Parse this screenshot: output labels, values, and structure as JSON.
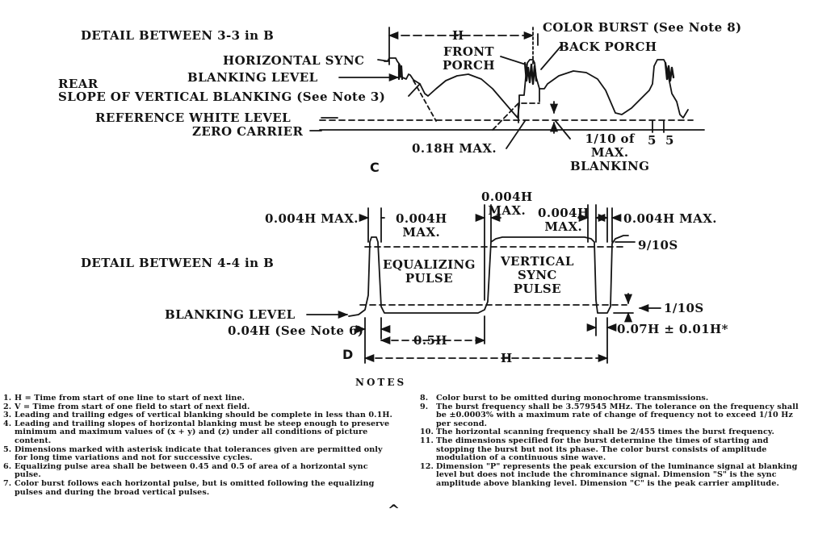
{
  "panel_c": {
    "letter": "C",
    "title": "DETAIL BETWEEN 3-3 in B",
    "h_label": "H",
    "color_burst": "COLOR BURST (See Note 8)",
    "front_porch": "FRONT\nPORCH",
    "back_porch": "BACK PORCH",
    "horizontal_sync": "HORIZONTAL SYNC",
    "blanking_level": "BLANKING LEVEL",
    "rear_slope_1": "REAR",
    "rear_slope_2": "SLOPE OF VERTICAL BLANKING (See Note 3)",
    "reference_white": "REFERENCE WHITE LEVEL",
    "zero_carrier": "ZERO CARRIER",
    "max_018h": "0.18H  MAX.",
    "tenth_blanking": "1/10 of\nMAX.\nBLANKING",
    "five_a": "5",
    "five_b": "5"
  },
  "panel_d": {
    "letter": "D",
    "max_0004h_left": "0.004H MAX.",
    "max_0004h_eq": "0.004H\nMAX.",
    "max_0004h_top": "0.004H\nMAX.",
    "max_0004h_mid": "0.004H\nMAX.",
    "max_0004h_right": "0.004H MAX.",
    "title": "DETAIL BETWEEN 4-4 in B",
    "equalizing_pulse": "EQUALIZING\nPULSE",
    "vertical_sync_pulse": "VERTICAL\nSYNC\nPULSE",
    "nine_tenth_s": "9/10S",
    "one_tenth_s": "1/10S",
    "blanking_level": "BLANKING LEVEL",
    "width_004h": "0.04H  (See Note 6)",
    "half_h": "0.5H",
    "h_label": "H",
    "width_007h": "0.07H ± 0.01H*"
  },
  "notes": {
    "title": "NOTES",
    "left": [
      {
        "num": "1.",
        "text": "H = Time from start of one line to start of next line."
      },
      {
        "num": "2.",
        "text": "V = Time from start of one field to start of next field."
      },
      {
        "num": "3.",
        "text": "Leading and trailing edges of vertical blanking should be complete in less than 0.1H."
      },
      {
        "num": "4.",
        "text": "Leading and trailing slopes of horizontal blanking must be steep enough to preserve minimum and maximum values of (x + y) and (z) under all conditions of picture content."
      },
      {
        "num": "5.",
        "text": "Dimensions marked with asterisk indicate that tolerances given are permitted only for long time variations and not for successive cycles."
      },
      {
        "num": "6.",
        "text": "Equalizing pulse area shall be between 0.45 and 0.5 of area of a horizontal sync pulse."
      },
      {
        "num": "7.",
        "text": "Color burst follows each horizontal pulse, but is omitted following the equalizing pulses and during the broad vertical pulses."
      }
    ],
    "right": [
      {
        "num": "8.",
        "text": "Color burst to be omitted during monochrome transmissions."
      },
      {
        "num": "9.",
        "text": "The burst frequency shall be 3.579545 MHz. The tolerance on the frequency shall be ±0.0003% with a maximum rate of change of frequency not to exceed 1/10 Hz per second."
      },
      {
        "num": "10.",
        "text": "The horizontal scanning frequency shall be 2/455 times the burst frequency."
      },
      {
        "num": "11.",
        "text": "The dimensions specified for the burst determine the times of starting and stopping the burst but not its phase. The color burst consists of amplitude modulation of a continuous sine wave."
      },
      {
        "num": "12.",
        "text": "Dimension \"P\" represents the peak excursion of the luminance signal at blanking level but does not include the chrominance signal. Dimension \"S\" is the sync amplitude above blanking level. Dimension \"C\" is the peak carrier amplitude."
      }
    ]
  }
}
